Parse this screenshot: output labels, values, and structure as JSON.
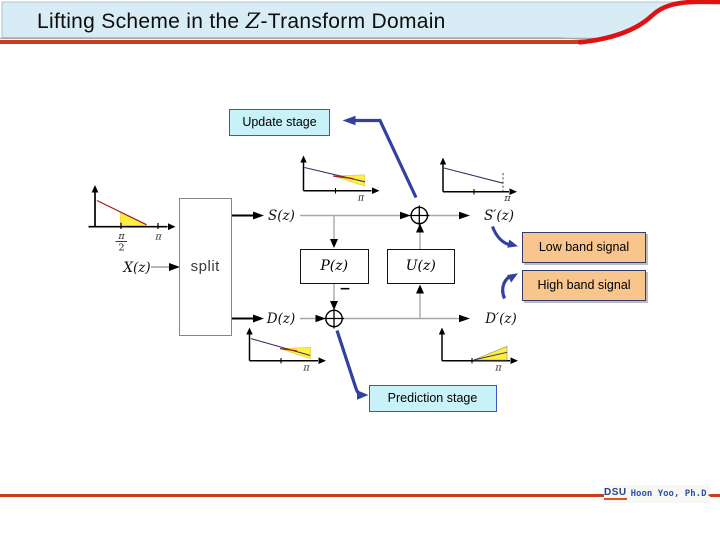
{
  "header": {
    "title_prefix": "Lifting Scheme in the ",
    "title_z": "Z",
    "title_suffix": "-Transform Domain"
  },
  "diagram": {
    "split": "split",
    "x_in": "X(z)",
    "s": "S(z)",
    "d": "D(z)",
    "s_out": "S′(z)",
    "d_out": "D′(z)",
    "p_block": "P(z)",
    "u_block": "U(z)",
    "minus": "−",
    "update_stage": "Update stage",
    "prediction_stage": "Prediction stage",
    "low_band": "Low band signal",
    "high_band": "High band signal",
    "pi": "π",
    "pi_over_2_num": "π",
    "pi_over_2_den": "2"
  },
  "footer": {
    "logo": "DSU",
    "credit": "Hoon Yoo, Ph.D."
  },
  "colors": {
    "title_bg": "#d8ecf5",
    "accent_red": "#e01111",
    "rule_orange": "#cd3d1c",
    "stage_box_bg": "#c9f2f8",
    "band_box_bg": "#f8c58c",
    "connector_blue": "#3340a0",
    "spectrum_yellow": "#ffef3f"
  }
}
